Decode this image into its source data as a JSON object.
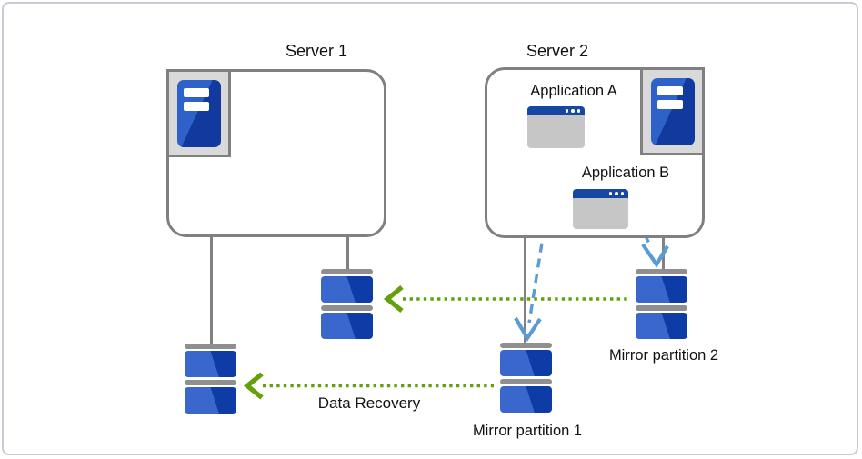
{
  "servers": {
    "server1": {
      "title": "Server 1"
    },
    "server2": {
      "title": "Server 2"
    }
  },
  "applications": {
    "app_a": {
      "label": "Application A"
    },
    "app_b": {
      "label": "Application B"
    }
  },
  "partitions": {
    "mirror1": {
      "label": "Mirror partition 1"
    },
    "mirror2": {
      "label": "Mirror partition 2"
    }
  },
  "annotations": {
    "data_recovery": {
      "label": "Data Recovery"
    }
  },
  "icons": [
    "server-tower-icon",
    "app-window-icon",
    "disk-stack-icon",
    "green-dotted-arrow-left",
    "blue-dashed-arrow-down"
  ],
  "colors": {
    "server_border_gray": "#808080",
    "icon_plate_gray": "#d9d9d9",
    "disk_blue_light": "#3a67cb",
    "disk_blue_dark": "#0d3ca6",
    "disk_bar_gray": "#8f8f8f",
    "connector_gray": "#818181",
    "arrow_green": "#64a00c",
    "arrow_blue": "#5b9bd5",
    "app_titlebar_blue": "#1747a5",
    "frame_border": "#c9cdd3"
  }
}
